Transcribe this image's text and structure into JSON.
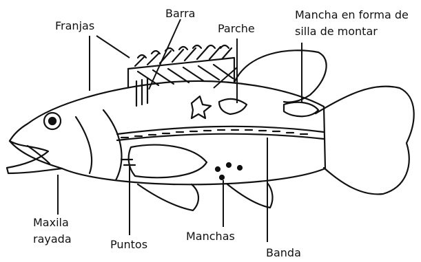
{
  "labels": {
    "franjas": "Franjas",
    "barra": "Barra",
    "parche": "Parche",
    "silla_line1": "Mancha en forma de",
    "silla_line2": "silla de montar",
    "maxila_line1": "Maxila",
    "maxila_line2": "rayada",
    "puntos": "Puntos",
    "manchas": "Manchas",
    "banda": "Banda"
  },
  "colors": {
    "ink": "#111111",
    "background": "#ffffff"
  }
}
